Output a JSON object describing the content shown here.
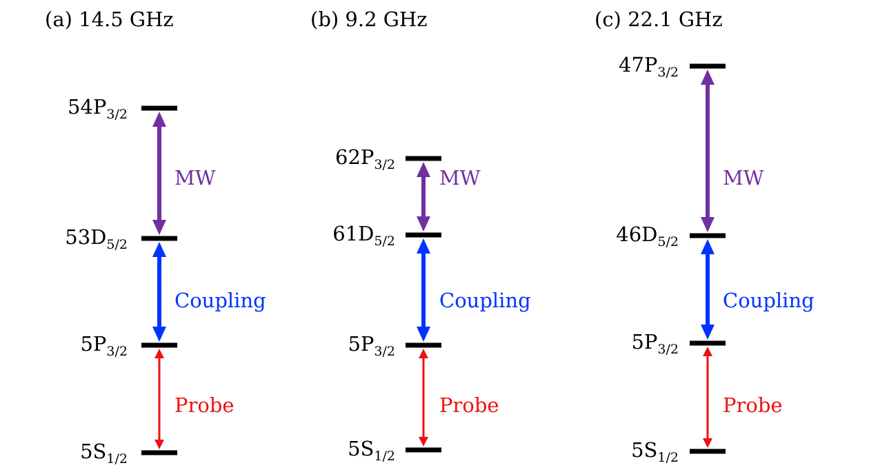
{
  "colors": {
    "mw": "#7030A0",
    "coupling": "#0033FF",
    "probe": "#EE1111",
    "level": "#000000"
  },
  "panels": [
    {
      "title": "(a) 14.5 GHz",
      "levels": [
        {
          "main": "54P",
          "sub": "3/2"
        },
        {
          "main": "53D",
          "sub": "5/2"
        },
        {
          "main": "5P",
          "sub": "3/2"
        },
        {
          "main": "5S",
          "sub": "1/2"
        }
      ],
      "transitions": [
        {
          "label": "MW",
          "kind": "mw"
        },
        {
          "label": "Coupling",
          "kind": "coupling"
        },
        {
          "label": "Probe",
          "kind": "probe"
        }
      ]
    },
    {
      "title": "(b) 9.2 GHz",
      "levels": [
        {
          "main": "62P",
          "sub": "3/2"
        },
        {
          "main": "61D",
          "sub": "5/2"
        },
        {
          "main": "5P",
          "sub": "3/2"
        },
        {
          "main": "5S",
          "sub": "1/2"
        }
      ],
      "transitions": [
        {
          "label": "MW",
          "kind": "mw"
        },
        {
          "label": "Coupling",
          "kind": "coupling"
        },
        {
          "label": "Probe",
          "kind": "probe"
        }
      ]
    },
    {
      "title": "(c) 22.1 GHz",
      "levels": [
        {
          "main": "47P",
          "sub": "3/2"
        },
        {
          "main": "46D",
          "sub": "5/2"
        },
        {
          "main": "5P",
          "sub": "3/2"
        },
        {
          "main": "5S",
          "sub": "1/2"
        }
      ],
      "transitions": [
        {
          "label": "MW",
          "kind": "mw"
        },
        {
          "label": "Coupling",
          "kind": "coupling"
        },
        {
          "label": "Probe",
          "kind": "probe"
        }
      ]
    }
  ]
}
